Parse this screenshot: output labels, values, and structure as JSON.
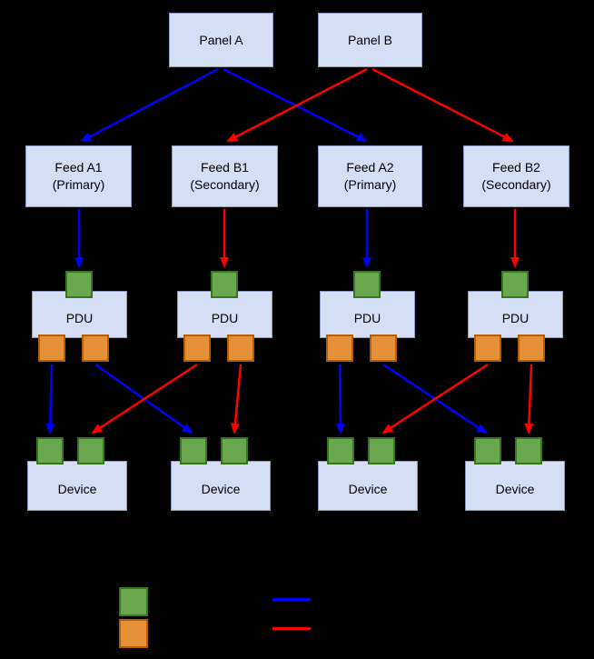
{
  "diagram": {
    "panels": [
      {
        "label": "Panel A"
      },
      {
        "label": "Panel B"
      }
    ],
    "feeds": [
      {
        "line1": "Feed A1",
        "line2": "(Primary)"
      },
      {
        "line1": "Feed B1",
        "line2": "(Secondary)"
      },
      {
        "line1": "Feed A2",
        "line2": "(Primary)"
      },
      {
        "line1": "Feed B2",
        "line2": "(Secondary)"
      }
    ],
    "pdus": [
      {
        "label": "PDU"
      },
      {
        "label": "PDU"
      },
      {
        "label": "PDU"
      },
      {
        "label": "PDU"
      }
    ],
    "devices": [
      {
        "label": "Device"
      },
      {
        "label": "Device"
      },
      {
        "label": "Device"
      },
      {
        "label": "Device"
      }
    ],
    "colors": {
      "background": "#000000",
      "box_fill": "#d4def5",
      "box_border": "#8c9bc4",
      "input_port": "#6aa84f",
      "input_port_border": "#38761d",
      "output_port": "#e69138",
      "output_port_border": "#b45f06",
      "a_side_arrow": "#0000ff",
      "b_side_arrow": "#ff0000"
    }
  },
  "legend": {
    "swatches": [
      {
        "name": "input-port-swatch",
        "color": "#6aa84f"
      },
      {
        "name": "output-port-swatch",
        "color": "#e69138"
      }
    ],
    "lines": [
      {
        "name": "a-side-line",
        "color": "#0000ff"
      },
      {
        "name": "b-side-line",
        "color": "#ff0000"
      }
    ]
  }
}
